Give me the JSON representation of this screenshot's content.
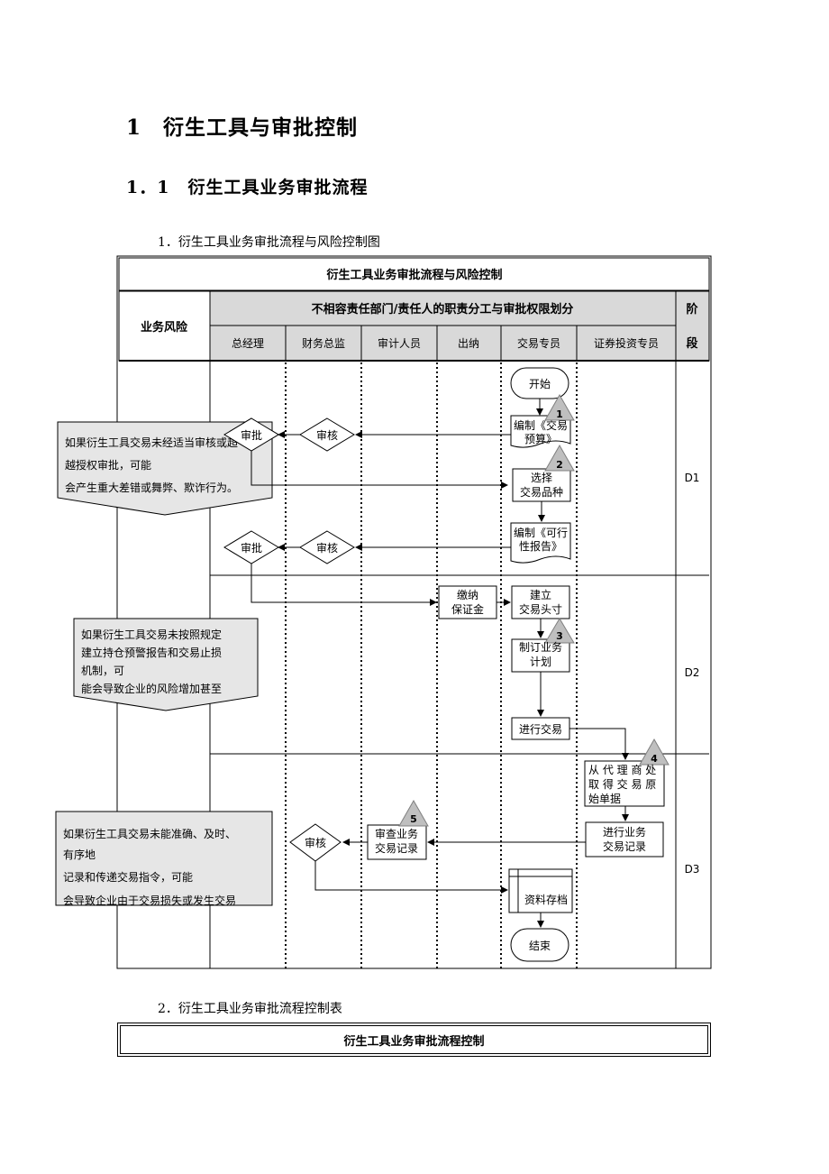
{
  "heading1": "1　衍生工具与审批控制",
  "heading2": "1．1　衍生工具业务审批流程",
  "caption1": "1．衍生工具业务审批流程与风险控制图",
  "caption2": "2．衍生工具业务审批流程控制表",
  "chart": {
    "title": "衍生工具业务审批流程与风险控制",
    "risk_header": "业务风险",
    "dept_header": "不相容责任部门/责任人的职责分工与审批权限划分",
    "stage_header_1": "阶",
    "stage_header_2": "段",
    "lanes": [
      "总经理",
      "财务总监",
      "审计人员",
      "出纳",
      "交易专员",
      "证券投资专员"
    ],
    "stages": [
      "D1",
      "D2",
      "D3"
    ],
    "nodes": {
      "start": "开始",
      "budget_1": "编制《交易",
      "budget_2": "预算》",
      "select_1": "选择",
      "select_2": "交易品种",
      "feas_1": "编制《可行",
      "feas_2": "性报告》",
      "approve_a": "审批",
      "review_a": "审核",
      "approve_b": "审批",
      "review_b": "审核",
      "margin_1": "缴纳",
      "margin_2": "保证金",
      "open_1": "建立",
      "open_2": "交易头寸",
      "plan_1": "制订业务",
      "plan_2": "计划",
      "trade": "进行交易",
      "agent_1": "从 代 理 商 处",
      "agent_2": "取 得 交 易 原",
      "agent_3": "始单据",
      "record_1": "进行业务",
      "record_2": "交易记录",
      "audit_1": "审查业务",
      "audit_2": "交易记录",
      "review_c": "审核",
      "archive": "资料存档",
      "end": "结束"
    },
    "markers": [
      "1",
      "2",
      "3",
      "4",
      "5"
    ],
    "risks": {
      "r1_l1": "如果衍生工具交易未经适当审核或超",
      "r1_l2": "越授权审批，可能",
      "r1_l3": "会产生重大差错或舞弊、欺诈行为。",
      "r2_l1": "如果衍生工具交易未按照规定",
      "r2_l2": "建立持仓预警报告和交易止损",
      "r2_l3": "机制，可",
      "r2_l4": "能会导致企业的风险增加甚至",
      "r3_l1": "如果衍生工具交易未能准确、及时、",
      "r3_l2": "有序地",
      "r3_l3": "记录和传递交易指令，可能",
      "r3_l4": "会导致企业由于交易损失或发生交易"
    }
  },
  "table2_title": "衍生工具业务审批流程控制"
}
